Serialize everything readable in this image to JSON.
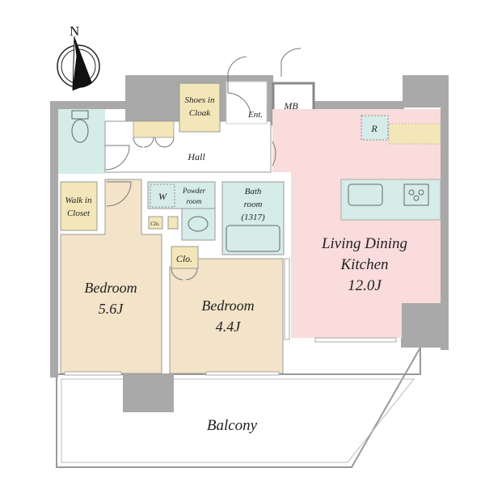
{
  "compass": {
    "label": "N"
  },
  "rooms": {
    "shoes_in_cloak": [
      "Shoes in",
      "Cloak"
    ],
    "entrance": "Ent.",
    "mb": "MB",
    "hall": "Hall",
    "walk_in_closet": [
      "Walk in",
      "Closet"
    ],
    "w": "W",
    "powder_room": [
      "Powder",
      "room"
    ],
    "bath_room": [
      "Bath",
      "room",
      "(1317)"
    ],
    "clo_small": "Clo.",
    "clo": "Clo.",
    "refrigerator": "R",
    "ldk": [
      "Living Dining",
      "Kitchen",
      "12.0J"
    ],
    "bedroom1": [
      "Bedroom",
      "5.6J"
    ],
    "bedroom2": [
      "Bedroom",
      "4.4J"
    ],
    "balcony": "Balcony"
  },
  "colors": {
    "wall": "#a9a9a9",
    "wet": "#d5ece8",
    "storage": "#f3e6b8",
    "bedroom": "#f3e3c8",
    "ldk": "#f9dcdb"
  }
}
